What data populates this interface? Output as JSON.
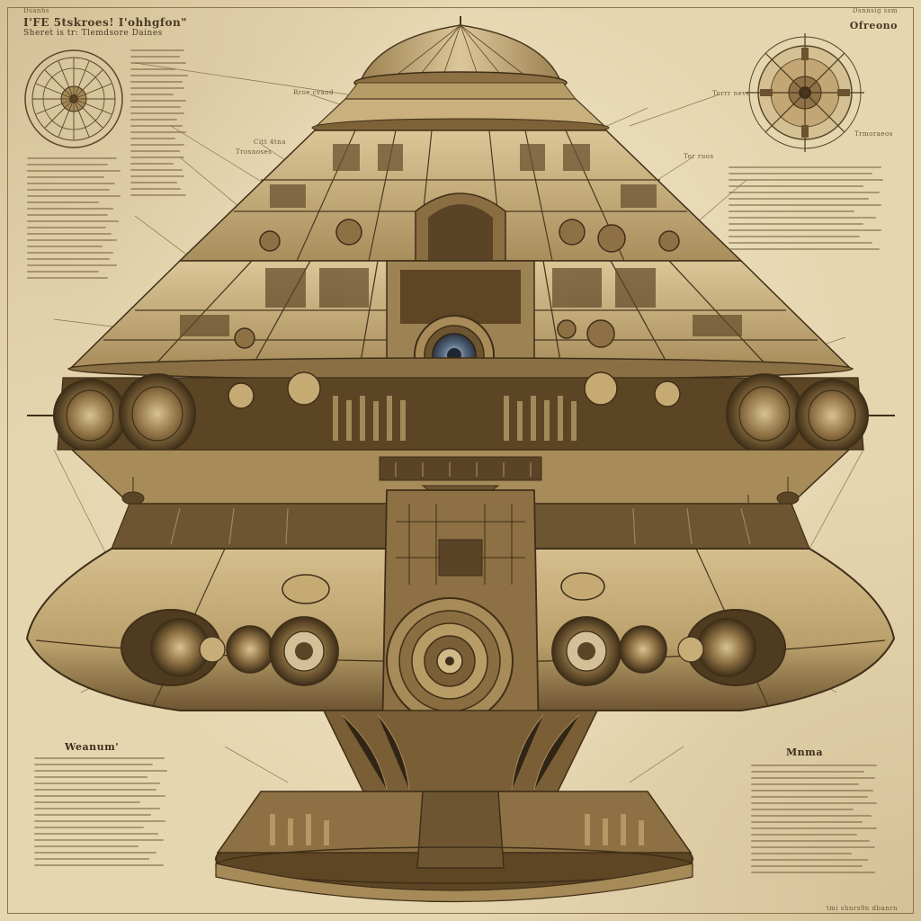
{
  "sheet": {
    "header_left_title": "I'FE 5tskroes! I'ohhgfon\"",
    "header_left_sub": "Sheret is tr: Tlemdsore Daines",
    "header_left_tiny": "Dsanhs",
    "header_right_title": "Ofreono",
    "header_right_tiny": "Dsnnsig ssm",
    "caption_left": "Weanum'",
    "caption_right": "Mnma",
    "footer_right": "tmi shnrs9n dbanrn",
    "callout_1": "Rroe cvaod",
    "callout_2": "Citt 4tna",
    "callout_3": "Trosnoses",
    "callout_4": "Torrr nevd",
    "callout_5": "Tor ruos",
    "callout_6": "Trmoraeos"
  },
  "colors": {
    "paper": "#e6d6b0",
    "ink": "#4a3a22",
    "hull_light": "#d2bb8a",
    "hull_mid": "#b79d68",
    "hull_dark": "#7a6038",
    "shadow": "#4d3a1f",
    "porthole_blue": "#5b6f86"
  },
  "icons": [
    "schematic-rosette-icon",
    "compass-rosette-icon",
    "engine-pod-icon",
    "porthole-icon"
  ]
}
